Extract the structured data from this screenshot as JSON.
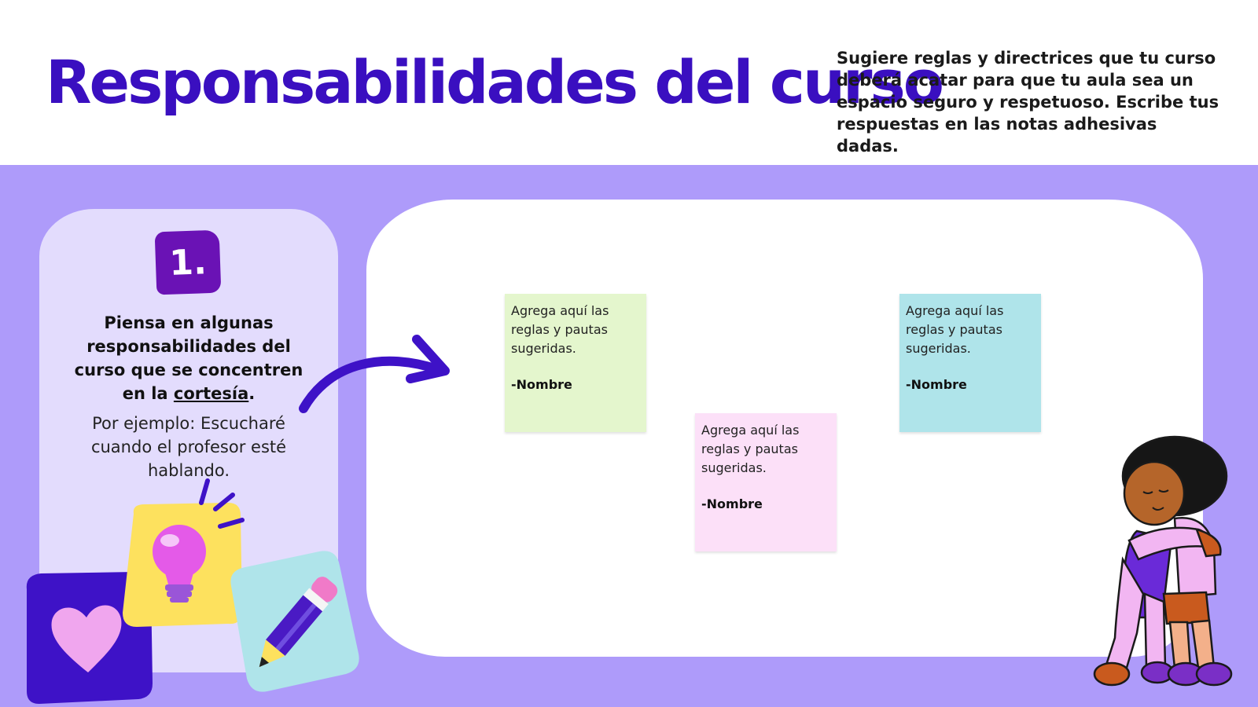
{
  "header": {
    "title": "Responsabilidades del curso",
    "subtitle": "Sugiere reglas y directrices que tu curso deberá acatar para que tu aula sea un espacio seguro y respetuoso. Escribe tus respuestas en las notas adhesivas dadas."
  },
  "step": {
    "number": "1.",
    "instruction_start": "Piensa en algunas responsabilidades del curso que se concentren en la ",
    "instruction_keyword": "cortesía",
    "instruction_end": ".",
    "example": "Por ejemplo: Escucharé cuando el profesor esté hablando."
  },
  "notes": [
    {
      "text": "Agrega aquí las reglas y pautas sugeridas.",
      "signature": "-Nombre",
      "color": "#e4f6cd"
    },
    {
      "text": "Agrega aquí las reglas y pautas sugeridas.",
      "signature": "-Nombre",
      "color": "#fce0f8"
    },
    {
      "text": "Agrega aquí las reglas y pautas sugeridas.",
      "signature": "-Nombre",
      "color": "#afe4ea"
    }
  ],
  "icons": {
    "arrow": "curved-arrow-icon",
    "heart": "heart-icon",
    "lightbulb": "lightbulb-icon",
    "pencil": "pencil-icon",
    "hug": "hugging-children-illustration"
  },
  "colors": {
    "title": "#3a0fc0",
    "board": "#ae9bfa",
    "panel": "#e3dcfd",
    "badge": "#6a12b5"
  }
}
